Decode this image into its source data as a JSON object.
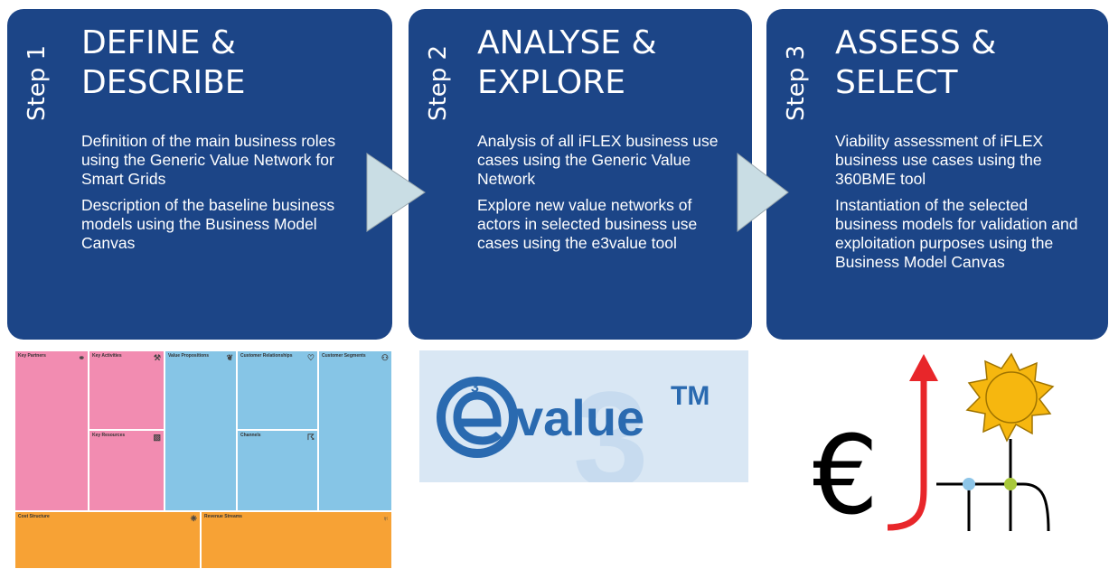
{
  "steps": [
    {
      "label": "Step 1",
      "title_lines": [
        "DEFINE &",
        "DESCRIBE"
      ],
      "paragraphs": [
        "Definition of the main business roles using the Generic Value Network for Smart Grids",
        "Description of the baseline business models using the Business Model Canvas"
      ]
    },
    {
      "label": "Step 2",
      "title_lines": [
        "ANALYSE &",
        "EXPLORE"
      ],
      "paragraphs": [
        "Analysis of all iFLEX business use cases using the Generic Value Network",
        "Explore new value networks of actors in selected business use cases using the e3value tool"
      ]
    },
    {
      "label": "Step 3",
      "title_lines": [
        "ASSESS &",
        "SELECT"
      ],
      "paragraphs": [
        "Viability assessment of iFLEX business use cases using the 360BME tool",
        "Instantiation of the selected business models for validation and exploitation purposes using the Business Model Canvas"
      ]
    }
  ],
  "canvas": {
    "key_partners": "Key Partners",
    "key_activities": "Key Activities",
    "key_resources": "Key Resources",
    "value_propositions": "Value Propositions",
    "customer_relationships": "Customer Relationships",
    "channels": "Channels",
    "customer_segments": "Customer Segments",
    "cost_structure": "Cost Structure",
    "revenue_streams": "Revenue Streams"
  },
  "e3value": {
    "superscript": "3",
    "word": "value",
    "trademark": "TM"
  },
  "euro_symbol": "€",
  "colors": {
    "step_bg": "#1c4587",
    "arrow": "#c9dde4",
    "canvas_pink": "#f28cb1",
    "canvas_blue": "#86c5e6",
    "canvas_orange": "#f7a235",
    "e3_blue": "#2a6ab0",
    "sun": "#f6b70f",
    "red_arrow": "#e8262a"
  }
}
